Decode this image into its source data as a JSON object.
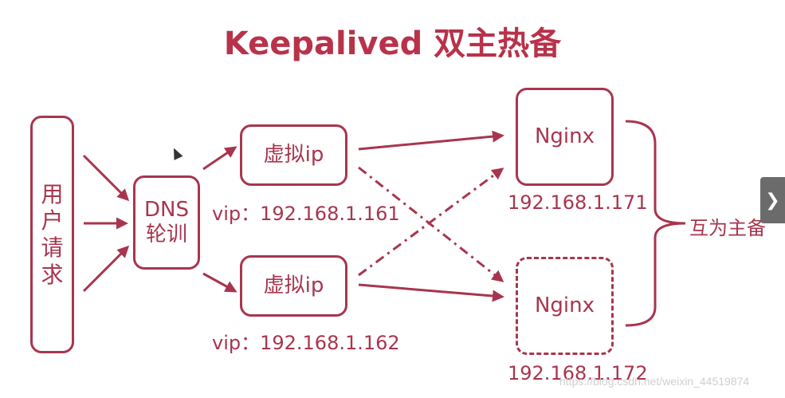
{
  "title": "Keepalived 双主热备",
  "nodes": {
    "user": "用\n户\n请\n求",
    "dns": "DNS\n轮训",
    "vip1": "虚拟ip",
    "vip2": "虚拟ip",
    "nginx1": "Nginx",
    "nginx2": "Nginx"
  },
  "labels": {
    "vip1_addr": "vip：192.168.1.161",
    "vip2_addr": "vip：192.168.1.162",
    "nginx1_addr": "192.168.1.171",
    "nginx2_addr": "192.168.1.172",
    "mutual": "互为主备"
  },
  "watermark": "https://blog.csdn.net/weixin_44519874",
  "nav_icon": "chevron-right-icon",
  "colors": {
    "accent": "#a8354e",
    "title": "#b8324a"
  }
}
